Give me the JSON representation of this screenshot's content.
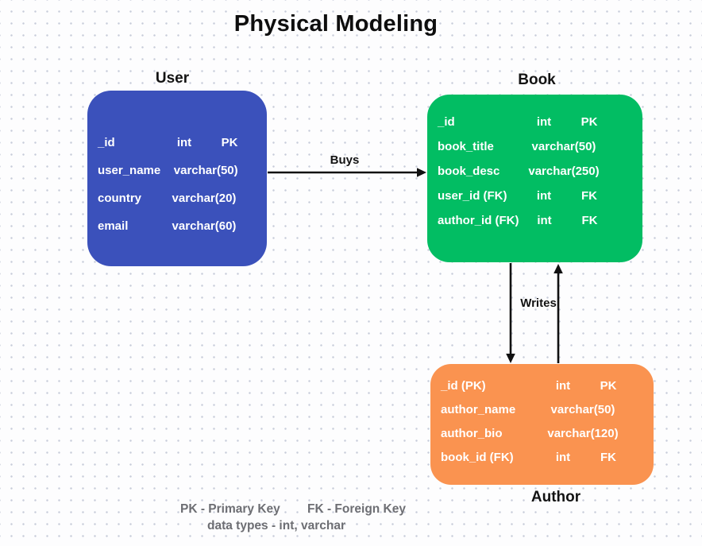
{
  "title": "Physical Modeling",
  "tables": {
    "user": {
      "name": "User",
      "color": "#3b51bb",
      "rows": [
        {
          "field": "_id",
          "type": "int",
          "key": "PK"
        },
        {
          "field": "user_name",
          "type": "varchar(50)",
          "key": ""
        },
        {
          "field": "country",
          "type": "varchar(20)",
          "key": ""
        },
        {
          "field": "email",
          "type": "varchar(60)",
          "key": ""
        }
      ]
    },
    "book": {
      "name": "Book",
      "color": "#02bd63",
      "rows": [
        {
          "field": "_id",
          "type": "int",
          "key": "PK"
        },
        {
          "field": "book_title",
          "type": "varchar(50)",
          "key": ""
        },
        {
          "field": "book_desc",
          "type": "varchar(250)",
          "key": ""
        },
        {
          "field": "user_id (FK)",
          "type": "int",
          "key": "FK"
        },
        {
          "field": "author_id (FK)",
          "type": "int",
          "key": "FK"
        }
      ]
    },
    "author": {
      "name": "Author",
      "color": "#fa9350",
      "rows": [
        {
          "field": "_id (PK)",
          "type": "int",
          "key": "PK"
        },
        {
          "field": "author_name",
          "type": "varchar(50)",
          "key": ""
        },
        {
          "field": "author_bio",
          "type": "varchar(120)",
          "key": ""
        },
        {
          "field": "book_id (FK)",
          "type": "int",
          "key": "FK"
        }
      ]
    }
  },
  "relations": {
    "buys": "Buys",
    "writes": "Writes"
  },
  "legend": {
    "pk": "PK - Primary Key",
    "fk": "FK - Foreign Key",
    "datatypes": "data types - int, varchar"
  },
  "arrow_color": "#111111"
}
